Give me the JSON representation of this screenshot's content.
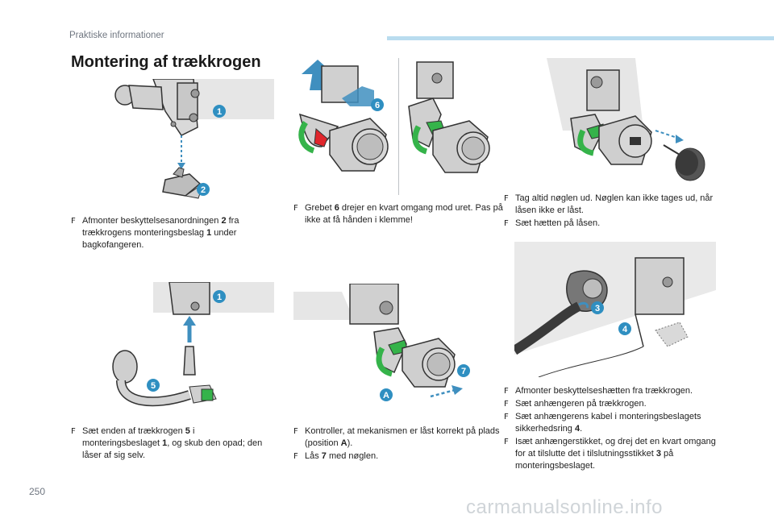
{
  "header": {
    "section": "Praktiske informationer"
  },
  "page_number": "250",
  "title": "Montering af trækkrogen",
  "callouts": {
    "c1": "1",
    "c2": "2",
    "c3": "3",
    "c4": "4",
    "c5": "5",
    "c6": "6",
    "c7": "7",
    "cA": "A"
  },
  "steps": {
    "step1": {
      "bullets": [
        {
          "parts": [
            "Afmonter beskyttelsesanordningen ",
            "2",
            " fra trækkrogens monteringsbeslag ",
            "1",
            " under bagkofangeren."
          ]
        }
      ]
    },
    "step2": {
      "bullets": [
        {
          "parts": [
            "Grebet ",
            "6",
            " drejer en kvart omgang mod uret. Pas på ikke at få hånden i klemme!"
          ]
        }
      ]
    },
    "step3": {
      "bullets": [
        {
          "parts": [
            "Tag altid nøglen ud. Nøglen kan ikke tages ud, når låsen ikke er låst."
          ]
        },
        {
          "parts": [
            "Sæt hætten på låsen."
          ]
        }
      ]
    },
    "step4": {
      "bullets": [
        {
          "parts": [
            "Sæt enden af trækkrogen ",
            "5",
            " i monteringsbeslaget ",
            "1",
            ", og skub den opad; den låser af sig selv."
          ]
        }
      ]
    },
    "step5": {
      "bullets": [
        {
          "parts": [
            "Kontroller, at mekanismen er låst korrekt på plads (position ",
            "A",
            ")."
          ]
        },
        {
          "parts": [
            "Lås ",
            "7",
            " med nøglen."
          ]
        }
      ]
    },
    "step6": {
      "bullets": [
        {
          "parts": [
            "Afmonter beskyttelseshætten fra trækkrogen."
          ]
        },
        {
          "parts": [
            "Sæt anhængeren på trækkrogen."
          ]
        },
        {
          "parts": [
            "Sæt anhængerens kabel i monteringsbeslagets sikkerhedsring ",
            "4",
            "."
          ]
        },
        {
          "parts": [
            "Isæt anhængerstikket, og drej det en kvart omgang for at tilslutte det i tilslutningsstikket ",
            "3",
            " på monteringsbeslaget."
          ]
        }
      ]
    }
  },
  "bullet_mark": "F",
  "watermark": "carmanualsonline.info",
  "colors": {
    "accent_blue": "#2f8fc1",
    "green": "#35b34a",
    "red": "#e0262c",
    "header_bar": "#b9dcef"
  }
}
